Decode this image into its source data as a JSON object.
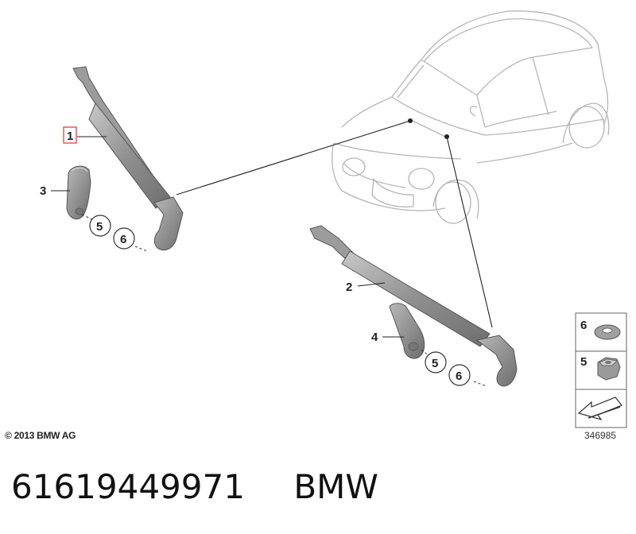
{
  "diagram": {
    "callouts": {
      "part1": "1",
      "part2": "2",
      "part3": "3",
      "part4": "4",
      "part5_left": "5",
      "part6_left": "6",
      "part5_right": "5",
      "part6_right": "6"
    },
    "legend": {
      "washer_label": "6",
      "nut_label": "5"
    },
    "copyright": "© 2013 BMW AG",
    "diagram_number": "346985"
  },
  "footer": {
    "part_number": "61619449971",
    "brand": "BMW"
  },
  "colors": {
    "highlight_box": "#d9424a",
    "part_fill": "#9a9a9a",
    "outline": "#555555",
    "car_line": "#b5b5b5"
  }
}
